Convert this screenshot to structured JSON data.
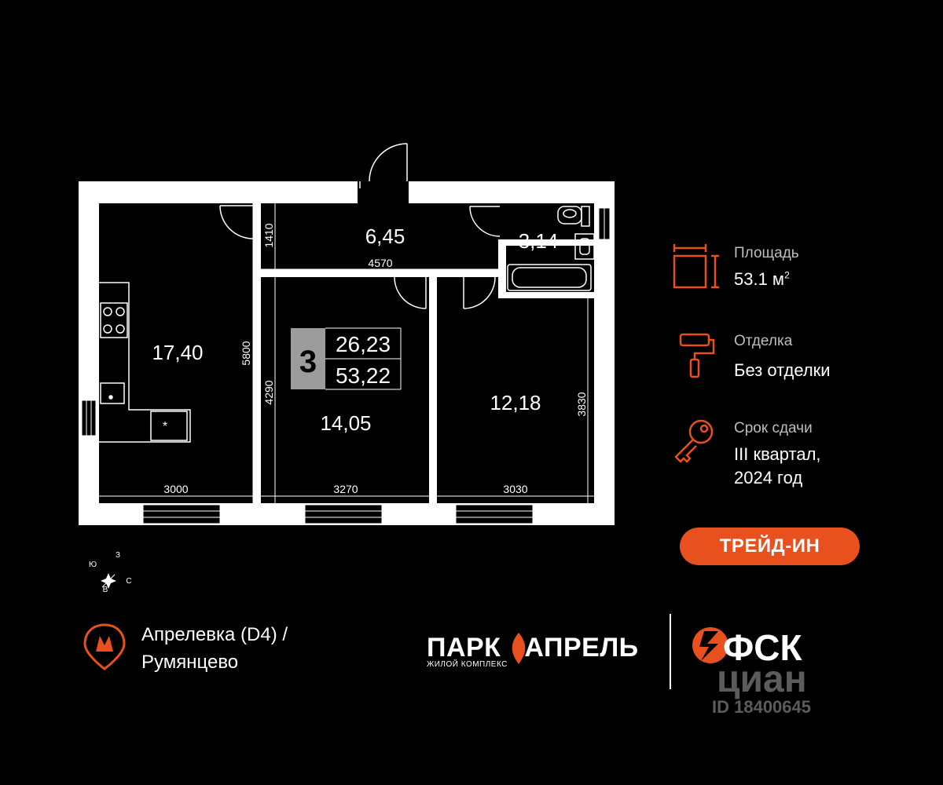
{
  "plan": {
    "rooms": [
      {
        "id": "kitchen",
        "area": "17,40"
      },
      {
        "id": "hall",
        "area": "6,45"
      },
      {
        "id": "bath",
        "area": "3,14"
      },
      {
        "id": "room1",
        "area": "14,05"
      },
      {
        "id": "room2",
        "area": "12,18"
      }
    ],
    "dims": {
      "d1410": "1410",
      "d4570": "4570",
      "d5800": "5800",
      "d4290": "4290",
      "d3830": "3830",
      "d3000": "3000",
      "d3270": "3270",
      "d3030": "3030"
    },
    "badge": {
      "rooms": "3",
      "living": "26,23",
      "total": "53,22"
    },
    "compass": {
      "n": "З",
      "s": "В",
      "e": "С",
      "w": "Ю"
    }
  },
  "info": {
    "area_label": "Площадь",
    "area_value": "53.1 м",
    "area_sup": "2",
    "finish_label": "Отделка",
    "finish_value": "Без отделки",
    "term_label": "Срок сдачи",
    "term_line1": "III квартал,",
    "term_line2": "2024 год"
  },
  "trade_button": "ТРЕЙД-ИН",
  "metro": {
    "line1": "Апрелевка (D4)  /",
    "line2": "Румянцево",
    "icon_letter": "М"
  },
  "brands": {
    "park_left": "ПАРК",
    "park_right": "АПРЕЛЬ",
    "park_sub": "ЖИЛОЙ КОМПЛЕКС",
    "fsk": "ФСК"
  },
  "watermark": {
    "name": "циан",
    "id": "ID 18400645"
  },
  "colors": {
    "accent": "#e8501e",
    "plan_bg": "#ffffff",
    "room_fill": "#000000",
    "badge_gray": "#9c9c9c"
  }
}
